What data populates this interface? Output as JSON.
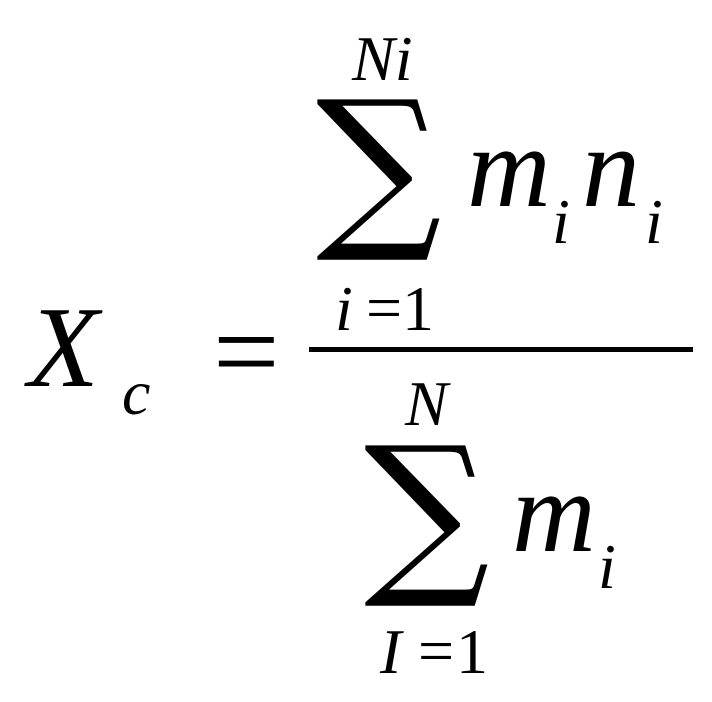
{
  "formula": {
    "lhs": {
      "variable": "X",
      "subscript": "c"
    },
    "equals": "=",
    "numerator": {
      "sum_symbol": "∑",
      "upper_limit": "Ni",
      "lower_limit": {
        "index": "i",
        "equals": "=",
        "start": "1"
      },
      "term": [
        {
          "base": "m",
          "subscript": "i"
        },
        {
          "base": "n",
          "subscript": "i"
        }
      ]
    },
    "denominator": {
      "sum_symbol": "∑",
      "upper_limit": "N",
      "lower_limit": {
        "index": "I",
        "equals": "=",
        "start": "1"
      },
      "term": [
        {
          "base": "m",
          "subscript": "i"
        }
      ]
    }
  }
}
